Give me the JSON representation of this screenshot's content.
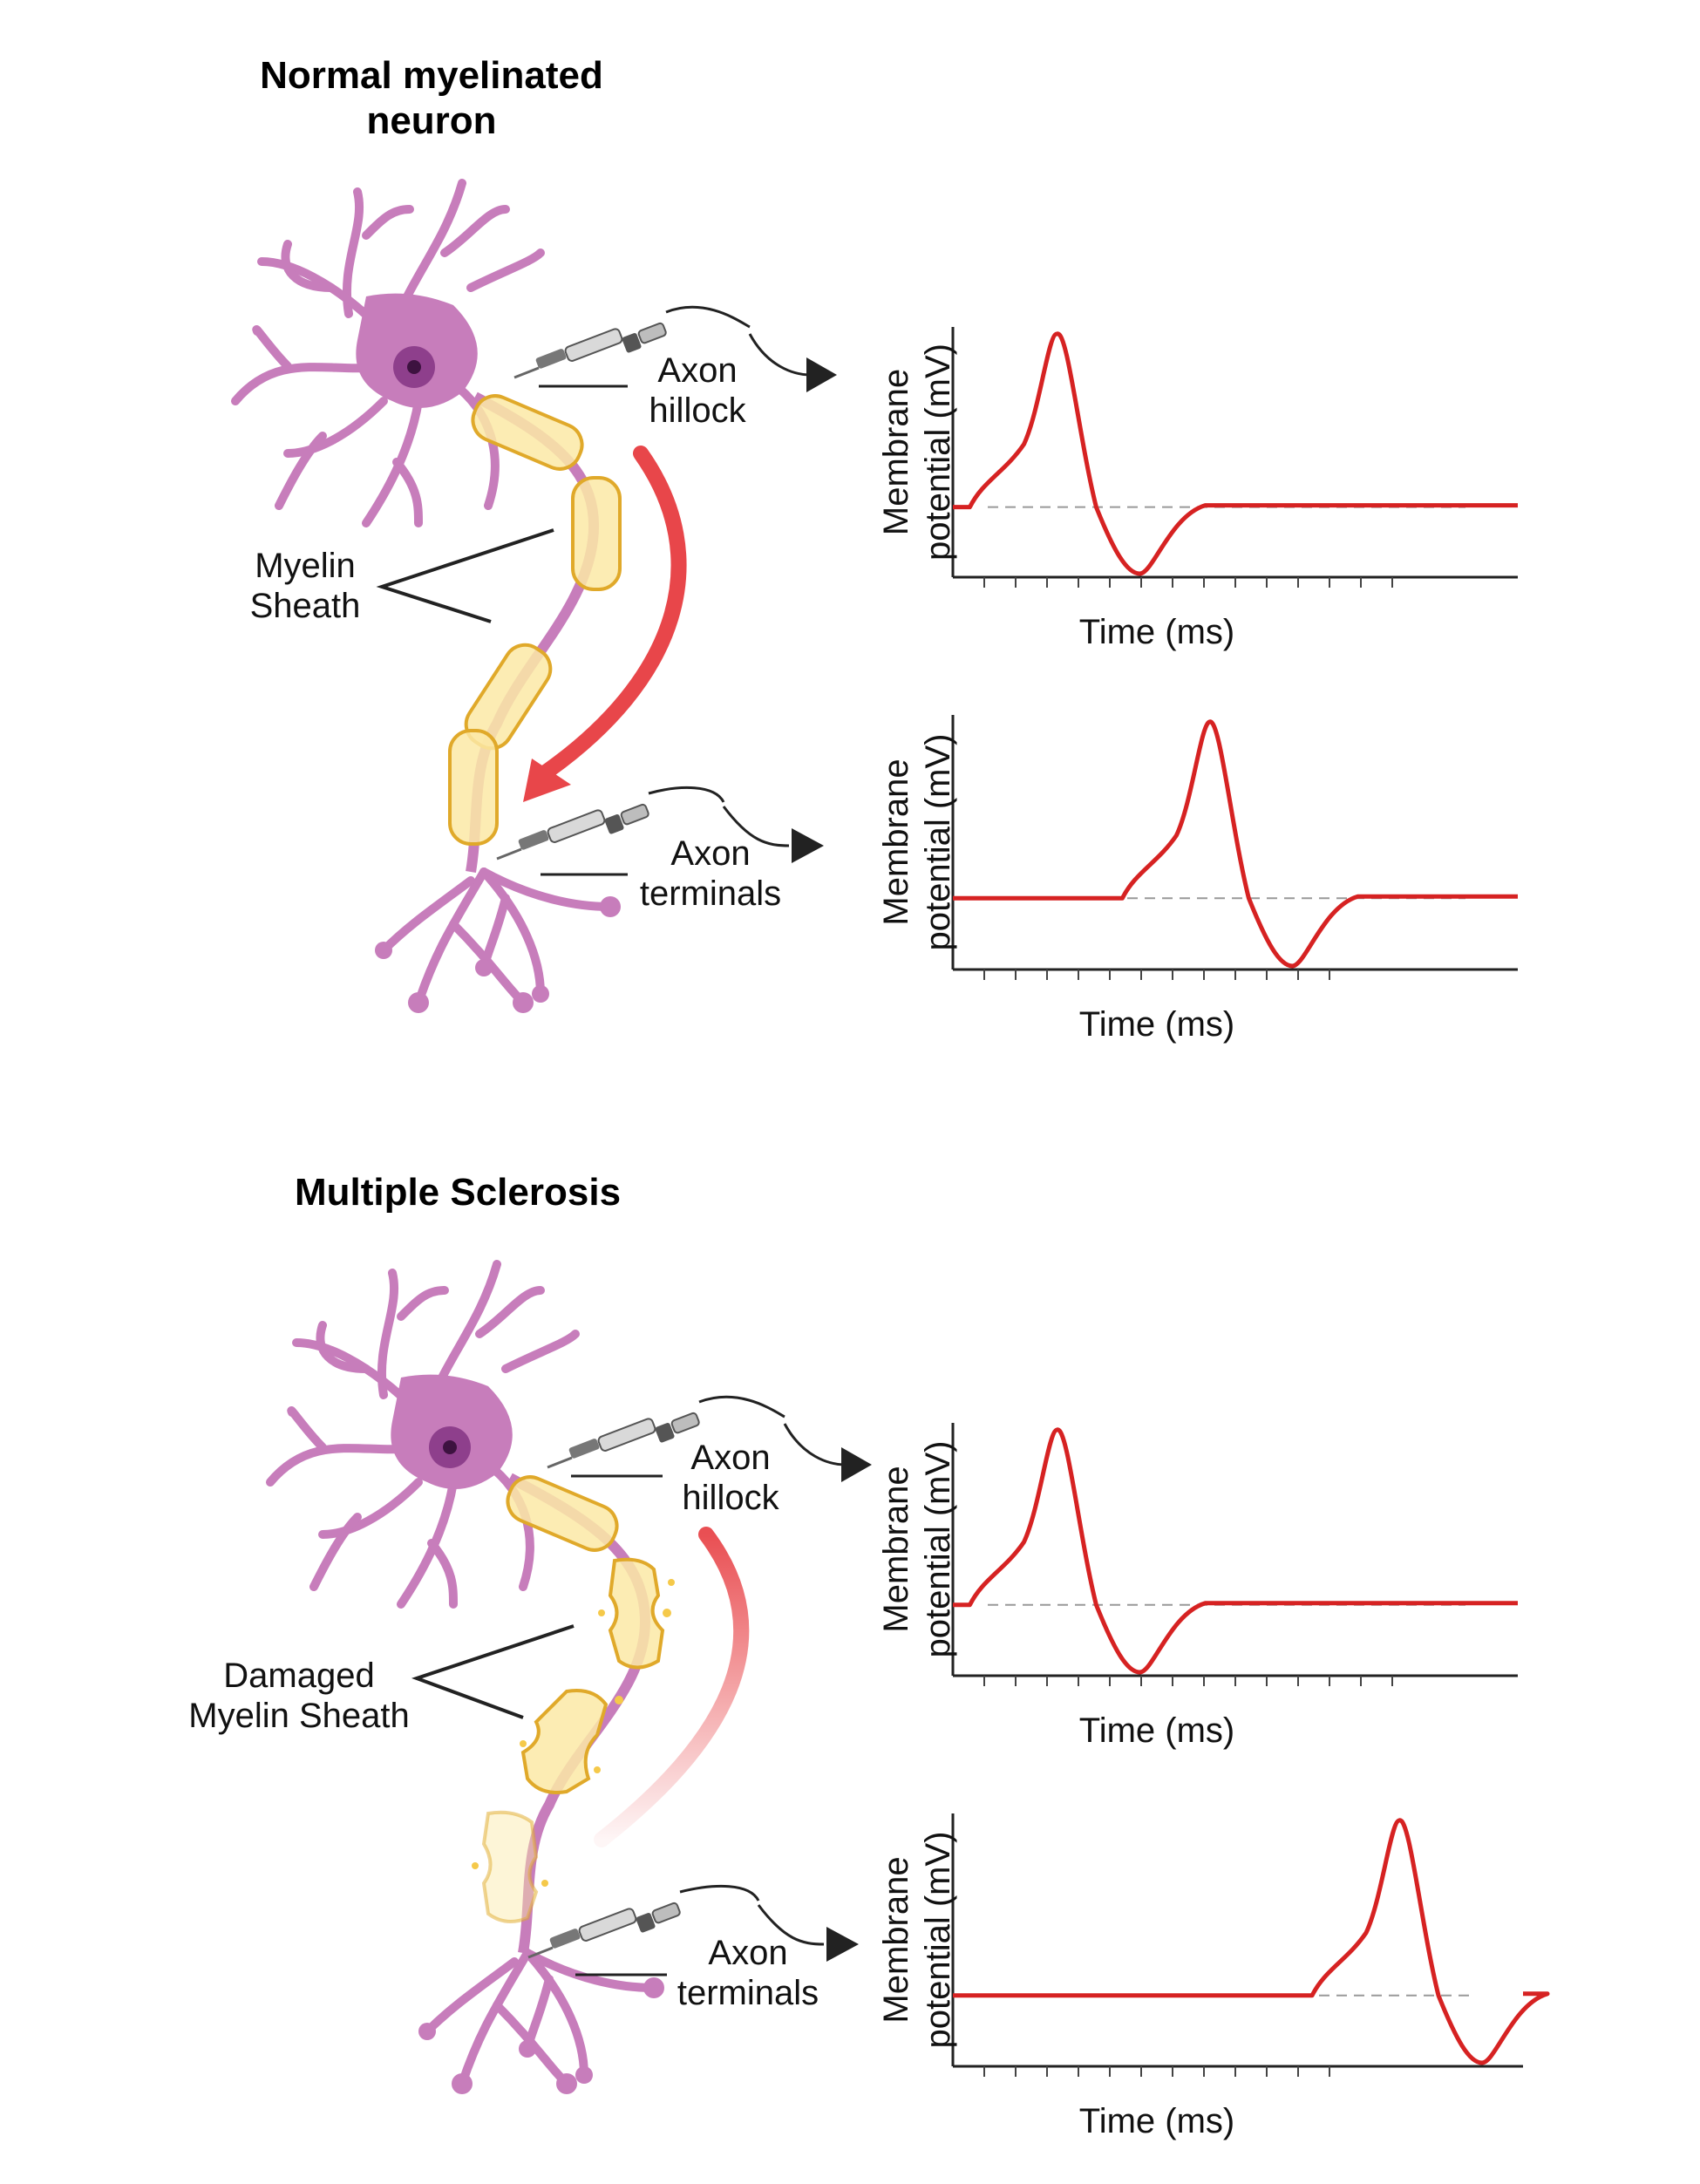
{
  "colors": {
    "neuron": "#c77dbb",
    "neuron_stroke": "#a0559a",
    "nucleus": "#8e3f8c",
    "nucleolus": "#3d1240",
    "myelin_fill": "#fbe9a6",
    "myelin_stroke": "#e0a92a",
    "trace": "#d62222",
    "arrow": "#e8464a"
  },
  "normal": {
    "title_line1": "Normal myelinated",
    "title_line2": "neuron",
    "hillock_line1": "Axon",
    "hillock_line2": "hillock",
    "myelin_line1": "Myelin",
    "myelin_line2": "Sheath",
    "terminals_line1": "Axon",
    "terminals_line2": "terminals"
  },
  "ms": {
    "title": "Multiple Sclerosis",
    "hillock_line1": "Axon",
    "hillock_line2": "hillock",
    "myelin_line1": "Damaged",
    "myelin_line2": "Myelin Sheath",
    "terminals_line1": "Axon",
    "terminals_line2": "terminals"
  },
  "chart_data": [
    {
      "type": "line",
      "ylabel_line1": "Membrane",
      "ylabel_line2": "potential (mV)",
      "xlabel": "Time (ms)",
      "spike_onset_fraction": 0.03,
      "ticks": 14
    },
    {
      "type": "line",
      "ylabel_line1": "Membrane",
      "ylabel_line2": "potential (mV)",
      "xlabel": "Time (ms)",
      "spike_onset_fraction": 0.3,
      "ticks": 12
    },
    {
      "type": "line",
      "ylabel_line1": "Membrane",
      "ylabel_line2": "potential (mV)",
      "xlabel": "Time (ms)",
      "spike_onset_fraction": 0.03,
      "ticks": 14
    },
    {
      "type": "line",
      "ylabel_line1": "Membrane",
      "ylabel_line2": "potential (mV)",
      "xlabel": "Time (ms)",
      "spike_onset_fraction": 0.63,
      "ticks": 12
    }
  ]
}
